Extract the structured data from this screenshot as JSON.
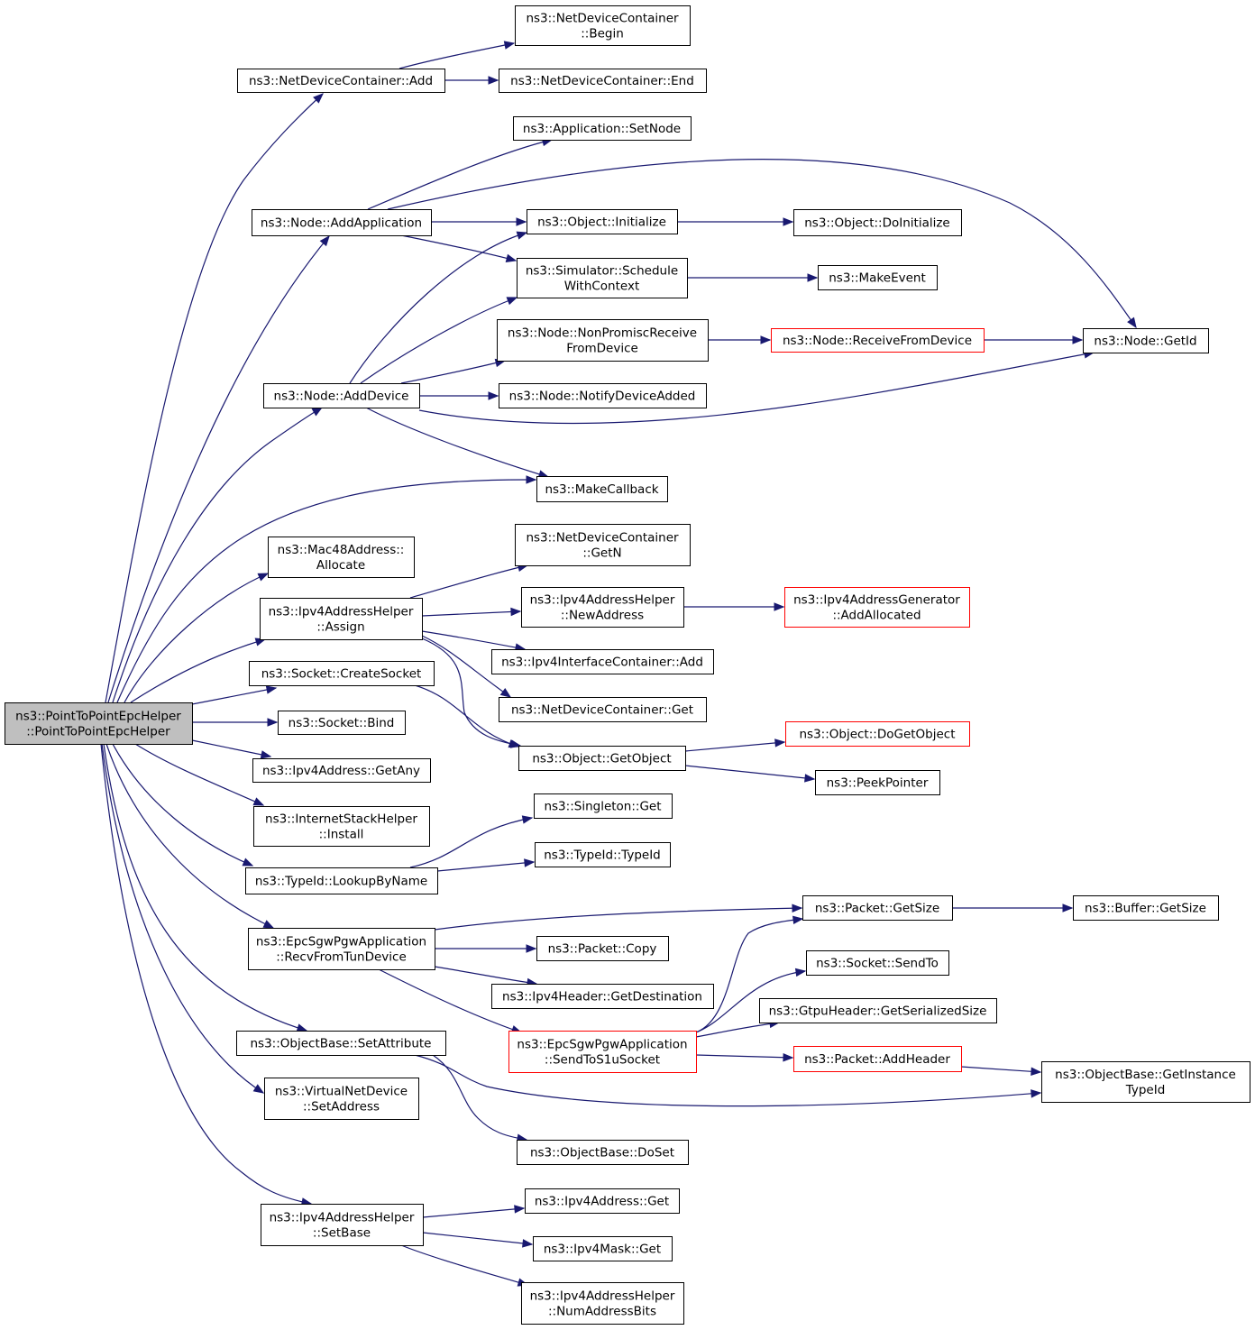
{
  "nodes": [
    {
      "id": "root",
      "lines": [
        "ns3::PointToPointEpcHelper",
        "::PointToPointEpcHelper"
      ],
      "style": "root"
    },
    {
      "id": "ndc_add",
      "lines": [
        "ns3::NetDeviceContainer::Add"
      ]
    },
    {
      "id": "ndc_begin",
      "lines": [
        "ns3::NetDeviceContainer",
        "::Begin"
      ]
    },
    {
      "id": "ndc_end",
      "lines": [
        "ns3::NetDeviceContainer::End"
      ]
    },
    {
      "id": "app_setnode",
      "lines": [
        "ns3::Application::SetNode"
      ]
    },
    {
      "id": "node_addapp",
      "lines": [
        "ns3::Node::AddApplication"
      ]
    },
    {
      "id": "obj_init",
      "lines": [
        "ns3::Object::Initialize"
      ]
    },
    {
      "id": "obj_doinit",
      "lines": [
        "ns3::Object::DoInitialize"
      ]
    },
    {
      "id": "sim_sched",
      "lines": [
        "ns3::Simulator::Schedule",
        "WithContext"
      ]
    },
    {
      "id": "make_event",
      "lines": [
        "ns3::MakeEvent"
      ]
    },
    {
      "id": "node_nonpromisc",
      "lines": [
        "ns3::Node::NonPromiscReceive",
        "FromDevice"
      ]
    },
    {
      "id": "node_recv",
      "lines": [
        "ns3::Node::ReceiveFromDevice"
      ],
      "style": "red"
    },
    {
      "id": "node_getid",
      "lines": [
        "ns3::Node::GetId"
      ]
    },
    {
      "id": "node_adddev",
      "lines": [
        "ns3::Node::AddDevice"
      ]
    },
    {
      "id": "node_notify",
      "lines": [
        "ns3::Node::NotifyDeviceAdded"
      ]
    },
    {
      "id": "make_cb",
      "lines": [
        "ns3::MakeCallback"
      ]
    },
    {
      "id": "mac48",
      "lines": [
        "ns3::Mac48Address::",
        "Allocate"
      ]
    },
    {
      "id": "ndc_getn",
      "lines": [
        "ns3::NetDeviceContainer",
        "::GetN"
      ]
    },
    {
      "id": "ipv4h_assign",
      "lines": [
        "ns3::Ipv4AddressHelper",
        "::Assign"
      ]
    },
    {
      "id": "ipv4h_newaddr",
      "lines": [
        "ns3::Ipv4AddressHelper",
        "::NewAddress"
      ]
    },
    {
      "id": "ipv4gen",
      "lines": [
        "ns3::Ipv4AddressGenerator",
        "::AddAllocated"
      ],
      "style": "red"
    },
    {
      "id": "ipv4ic_add",
      "lines": [
        "ns3::Ipv4InterfaceContainer::Add"
      ]
    },
    {
      "id": "sock_create",
      "lines": [
        "ns3::Socket::CreateSocket"
      ]
    },
    {
      "id": "ndc_get",
      "lines": [
        "ns3::NetDeviceContainer::Get"
      ]
    },
    {
      "id": "sock_bind",
      "lines": [
        "ns3::Socket::Bind"
      ]
    },
    {
      "id": "obj_dogetobj",
      "lines": [
        "ns3::Object::DoGetObject"
      ],
      "style": "red"
    },
    {
      "id": "obj_getobj",
      "lines": [
        "ns3::Object::GetObject"
      ]
    },
    {
      "id": "ipv4a_getany",
      "lines": [
        "ns3::Ipv4Address::GetAny"
      ]
    },
    {
      "id": "peek",
      "lines": [
        "ns3::PeekPointer"
      ]
    },
    {
      "id": "ish_install",
      "lines": [
        "ns3::InternetStackHelper",
        "::Install"
      ]
    },
    {
      "id": "singleton_get",
      "lines": [
        "ns3::Singleton::Get"
      ]
    },
    {
      "id": "typeid_typeid",
      "lines": [
        "ns3::TypeId::TypeId"
      ]
    },
    {
      "id": "typeid_lookup",
      "lines": [
        "ns3::TypeId::LookupByName"
      ]
    },
    {
      "id": "pkt_getsize",
      "lines": [
        "ns3::Packet::GetSize"
      ]
    },
    {
      "id": "buf_getsize",
      "lines": [
        "ns3::Buffer::GetSize"
      ]
    },
    {
      "id": "epc_recv",
      "lines": [
        "ns3::EpcSgwPgwApplication",
        "::RecvFromTunDevice"
      ]
    },
    {
      "id": "pkt_copy",
      "lines": [
        "ns3::Packet::Copy"
      ]
    },
    {
      "id": "sock_sendto",
      "lines": [
        "ns3::Socket::SendTo"
      ]
    },
    {
      "id": "ipv4hdr_getdest",
      "lines": [
        "ns3::Ipv4Header::GetDestination"
      ]
    },
    {
      "id": "gtpu",
      "lines": [
        "ns3::GtpuHeader::GetSerializedSize"
      ]
    },
    {
      "id": "ob_setattr",
      "lines": [
        "ns3::ObjectBase::SetAttribute"
      ]
    },
    {
      "id": "epc_send",
      "lines": [
        "ns3::EpcSgwPgwApplication",
        "::SendToS1uSocket"
      ],
      "style": "red"
    },
    {
      "id": "pkt_addhdr",
      "lines": [
        "ns3::Packet::AddHeader"
      ],
      "style": "red"
    },
    {
      "id": "ob_getinst",
      "lines": [
        "ns3::ObjectBase::GetInstance",
        "TypeId"
      ]
    },
    {
      "id": "vnd_setaddr",
      "lines": [
        "ns3::VirtualNetDevice",
        "::SetAddress"
      ]
    },
    {
      "id": "ob_doset",
      "lines": [
        "ns3::ObjectBase::DoSet"
      ]
    },
    {
      "id": "ipv4a_get",
      "lines": [
        "ns3::Ipv4Address::Get"
      ]
    },
    {
      "id": "ipv4h_setbase",
      "lines": [
        "ns3::Ipv4AddressHelper",
        "::SetBase"
      ]
    },
    {
      "id": "ipv4m_get",
      "lines": [
        "ns3::Ipv4Mask::Get"
      ]
    },
    {
      "id": "ipv4h_numbits",
      "lines": [
        "ns3::Ipv4AddressHelper",
        "::NumAddressBits"
      ]
    }
  ],
  "edges": [
    [
      "root",
      "ndc_add"
    ],
    [
      "ndc_add",
      "ndc_begin"
    ],
    [
      "ndc_add",
      "ndc_end"
    ],
    [
      "root",
      "node_addapp"
    ],
    [
      "node_addapp",
      "app_setnode"
    ],
    [
      "node_addapp",
      "node_getid"
    ],
    [
      "node_addapp",
      "obj_init"
    ],
    [
      "node_addapp",
      "sim_sched"
    ],
    [
      "obj_init",
      "obj_doinit"
    ],
    [
      "sim_sched",
      "make_event"
    ],
    [
      "root",
      "node_adddev"
    ],
    [
      "node_adddev",
      "obj_init"
    ],
    [
      "node_adddev",
      "sim_sched"
    ],
    [
      "node_adddev",
      "node_nonpromisc"
    ],
    [
      "node_adddev",
      "node_notify"
    ],
    [
      "node_adddev",
      "node_getid"
    ],
    [
      "node_adddev",
      "make_cb"
    ],
    [
      "node_nonpromisc",
      "node_recv"
    ],
    [
      "node_recv",
      "node_getid"
    ],
    [
      "root",
      "make_cb"
    ],
    [
      "root",
      "mac48"
    ],
    [
      "root",
      "ipv4h_assign"
    ],
    [
      "ipv4h_assign",
      "ndc_getn"
    ],
    [
      "ipv4h_assign",
      "ipv4h_newaddr"
    ],
    [
      "ipv4h_assign",
      "ipv4ic_add"
    ],
    [
      "ipv4h_assign",
      "ndc_get"
    ],
    [
      "ipv4h_assign",
      "obj_getobj"
    ],
    [
      "ipv4h_newaddr",
      "ipv4gen"
    ],
    [
      "root",
      "sock_create"
    ],
    [
      "sock_create",
      "obj_getobj"
    ],
    [
      "obj_getobj",
      "obj_dogetobj"
    ],
    [
      "obj_getobj",
      "peek"
    ],
    [
      "root",
      "sock_bind"
    ],
    [
      "root",
      "ipv4a_getany"
    ],
    [
      "root",
      "ish_install"
    ],
    [
      "root",
      "typeid_lookup"
    ],
    [
      "typeid_lookup",
      "singleton_get"
    ],
    [
      "typeid_lookup",
      "typeid_typeid"
    ],
    [
      "root",
      "epc_recv"
    ],
    [
      "epc_recv",
      "pkt_getsize"
    ],
    [
      "epc_recv",
      "pkt_copy"
    ],
    [
      "epc_recv",
      "ipv4hdr_getdest"
    ],
    [
      "epc_recv",
      "epc_send"
    ],
    [
      "pkt_getsize",
      "buf_getsize"
    ],
    [
      "epc_send",
      "pkt_getsize"
    ],
    [
      "epc_send",
      "sock_sendto"
    ],
    [
      "epc_send",
      "gtpu"
    ],
    [
      "epc_send",
      "pkt_addhdr"
    ],
    [
      "pkt_addhdr",
      "ob_getinst"
    ],
    [
      "root",
      "ob_setattr"
    ],
    [
      "ob_setattr",
      "ob_getinst"
    ],
    [
      "ob_setattr",
      "ob_doset"
    ],
    [
      "root",
      "vnd_setaddr"
    ],
    [
      "root",
      "ipv4h_setbase"
    ],
    [
      "ipv4h_setbase",
      "ipv4a_get"
    ],
    [
      "ipv4h_setbase",
      "ipv4m_get"
    ],
    [
      "ipv4h_setbase",
      "ipv4h_numbits"
    ]
  ],
  "colors": {
    "edge": "#191970",
    "root_fill": "#bfbfbf",
    "highlight_border": "#ff0000"
  }
}
